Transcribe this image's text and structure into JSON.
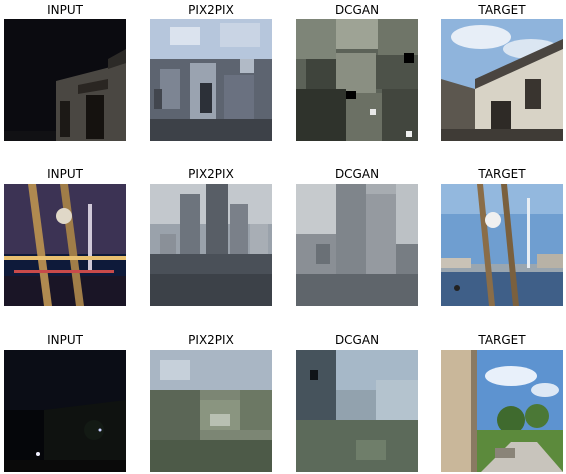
{
  "labels": {
    "input": "INPUT",
    "pix2pix": "PIX2PIX",
    "dcgan": "DCGAN",
    "target": "TARGET"
  },
  "rows": [
    {
      "description_hint": "house at night",
      "cells": [
        "input",
        "pix2pix",
        "dcgan",
        "target"
      ]
    },
    {
      "description_hint": "tower and sculpture by water",
      "cells": [
        "input",
        "pix2pix",
        "dcgan",
        "target"
      ]
    },
    {
      "description_hint": "dark street / garden",
      "cells": [
        "input",
        "pix2pix",
        "dcgan",
        "target"
      ]
    }
  ],
  "colors": {
    "sky_blue": "#8fb4dc",
    "night": "#0a0d18",
    "grass": "#5c8a3c",
    "wall": "#d9d4c8"
  }
}
